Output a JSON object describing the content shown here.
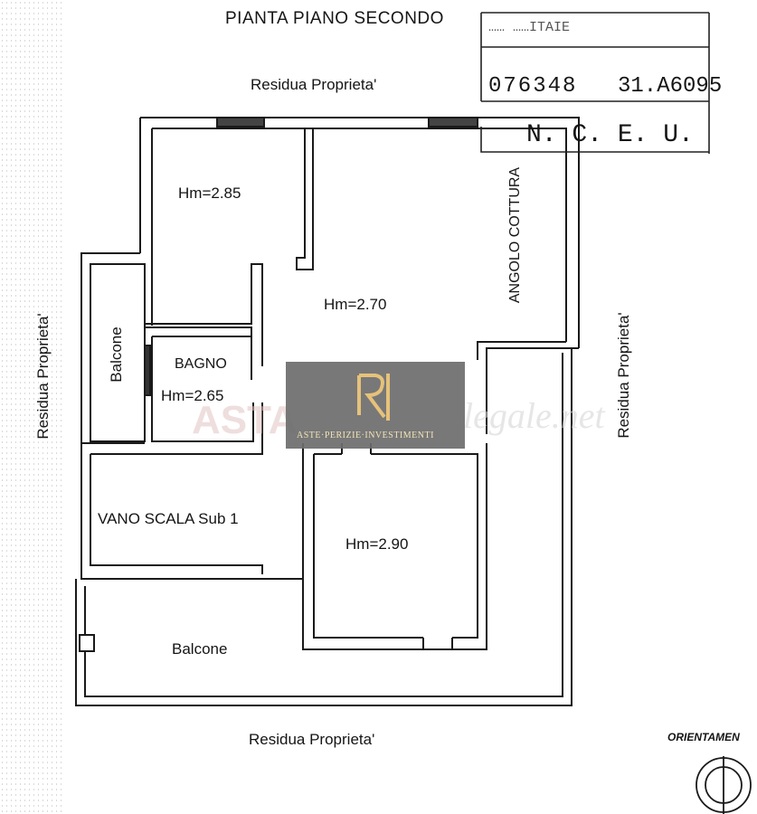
{
  "drawing": {
    "title": "PIANTA PIANO SECONDO",
    "orientation_label": "ORIENTAMEN"
  },
  "cadastral_stamp": {
    "header_text": "…… ……ITAIE",
    "code_left": "076348",
    "code_right": "31.A6095",
    "registry": "N. C. E. U."
  },
  "boundaries": {
    "north": "Residua Proprieta'",
    "south": "Residua Proprieta'",
    "west": "Residua Proprieta'",
    "east": "Residua Proprieta'"
  },
  "rooms": {
    "room_top_left": "Hm=2.85",
    "living": "Hm=2.70",
    "kitchen_corner": "ANGOLO COTTURA",
    "bathroom_name": "BAGNO",
    "bathroom_height": "Hm=2.65",
    "balcony_side": "Balcone",
    "stair": "VANO SCALA Sub 1",
    "bedroom": "Hm=2.90",
    "balcony_bottom": "Balcone"
  },
  "watermark": {
    "brand_left": "ASTA",
    "brand_right": "legale.net",
    "tagline": "ASTE·PERIZIE·INVESTIMENTI",
    "logo_color": "#e6c27a",
    "box_color": "#6d6d6d"
  }
}
